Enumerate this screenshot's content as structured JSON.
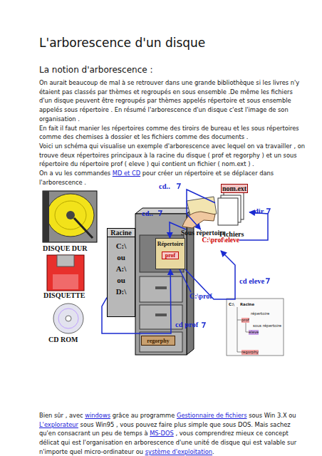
{
  "diagram": {
    "title": "L'arborescence d'un disque",
    "nodes": [
      {
        "text": [
          "Racine",
          "C:\\ ou A:\\ ou D:\\"
        ]
      },
      {
        "text": [
          "Répertoire",
          "prof"
        ]
      },
      {
        "text": [
          "regorphy"
        ]
      },
      {
        "text": [
          "Sous répertoire",
          "C:\\prof\\eleve"
        ]
      },
      {
        "text": [
          "nom.ext",
          "Fichiers"
        ]
      }
    ],
    "edges": [
      {
        "from": 0,
        "to": 1,
        "label": "cd prof",
        "arrow": "to"
      },
      {
        "from": 1,
        "to": 3,
        "label": "cd eleve",
        "arrow": "to"
      },
      {
        "from": 3,
        "to": 1,
        "label": "cd..",
        "arrow": "to"
      },
      {
        "from": 4,
        "to": 3,
        "label": "cd..",
        "arrow": "to"
      },
      {
        "from": 3,
        "to": 4,
        "label": "dir",
        "arrow": "to"
      }
    ],
    "labels": [
      "La notion d'arborescence :",
      "On aurait beaucoup de mal à se retrouver dans une grande bibliothèque si les livres n'y étaient pas classés par thèmes et regroupés en sous ensemble .De même les fichiers d'un disque peuvent être regroupés par thèmes appelés répertoire et sous ensemble appelés sous répertoire . En résumé l'arborescence d'un disque c'est l'image de son organisation .",
      "En fait il faut manier les répertoires comme des tiroirs de bureau et les sous répertoires comme des chemises à dossier et les fichiers comme des documents .",
      "Voici un schéma qui visualise un exemple d'arborescence avec lequel on va travailler , on trouve deux répertoires principaux à la racine du disque ( prof et regorphy ) et un sous répertoire du répertoire prof ( eleve ) qui contient un fichier ( nom.ext ) .",
      "On a vu les commandes",
      "MD et CD",
      "pour créer un répertoire et se déplacer dans l'arborescence .",
      "DISQUE DUR",
      "DISQUETTE",
      "CD ROM",
      "C:\\prof",
      "C:\\",
      "Racine",
      "répertoire",
      "prof",
      "sous répertoire",
      "eleve",
      "regorphy",
      "Bien sûr , avec",
      "windows",
      "grâce au programme",
      "Gestionnaire de fichiers",
      "sous Win 3.X ou",
      "L'explorateur",
      "sous Win95 , vous pouvez faire plus simple que sous DOS. Mais sachez qu'en consacrant un peu de temps à",
      "MS-DOS",
      ", vous comprendrez mieux ce concept délicat qui est l'organisation en arborescence d'une unité de disque qui est valable sur n'importe quel micro-ordinateur ou",
      "système d'exploitation",
      "."
    ]
  }
}
